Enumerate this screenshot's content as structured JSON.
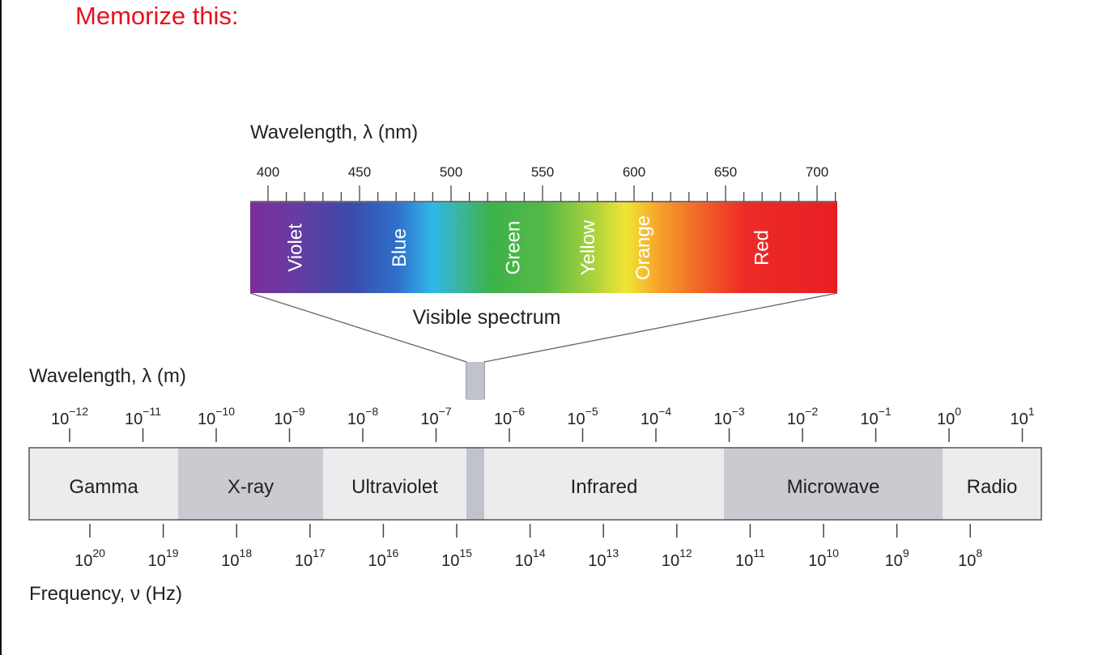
{
  "heading": "Memorize this:",
  "colors": {
    "heading": "#e8101e",
    "band_light": "#ececee",
    "band_dark": "#c9cbd1",
    "visible_slice": "#c0c3cb",
    "outline": "#555555"
  },
  "visible": {
    "axis_label": "Wavelength, λ (nm)",
    "caption": "Visible spectrum",
    "ticks": [
      "400",
      "450",
      "500",
      "550",
      "600",
      "650",
      "700"
    ],
    "colors": [
      {
        "name": "Violet",
        "nm": 415
      },
      {
        "name": "Blue",
        "nm": 472
      },
      {
        "name": "Green",
        "nm": 534
      },
      {
        "name": "Yellow",
        "nm": 575
      },
      {
        "name": "Orange",
        "nm": 605
      },
      {
        "name": "Red",
        "nm": 670
      }
    ]
  },
  "wavelength_axis": {
    "label": "Wavelength, λ (m)",
    "ticks": [
      {
        "base": "10",
        "exp": "−12"
      },
      {
        "base": "10",
        "exp": "−11"
      },
      {
        "base": "10",
        "exp": "−10"
      },
      {
        "base": "10",
        "exp": "−9"
      },
      {
        "base": "10",
        "exp": "−8"
      },
      {
        "base": "10",
        "exp": "−7"
      },
      {
        "base": "10",
        "exp": "−6"
      },
      {
        "base": "10",
        "exp": "−5"
      },
      {
        "base": "10",
        "exp": "−4"
      },
      {
        "base": "10",
        "exp": "−3"
      },
      {
        "base": "10",
        "exp": "−2"
      },
      {
        "base": "10",
        "exp": "−1"
      },
      {
        "base": "10",
        "exp": "0"
      },
      {
        "base": "10",
        "exp": "1"
      }
    ]
  },
  "bands": [
    {
      "name": "Gamma",
      "shade": "light"
    },
    {
      "name": "X-ray",
      "shade": "dark"
    },
    {
      "name": "Ultraviolet",
      "shade": "light"
    },
    {
      "name": "Infrared",
      "shade": "light"
    },
    {
      "name": "Microwave",
      "shade": "dark"
    },
    {
      "name": "Radio",
      "shade": "light"
    }
  ],
  "frequency_axis": {
    "label": "Frequency, ν (Hz)",
    "ticks": [
      {
        "base": "10",
        "exp": "20"
      },
      {
        "base": "10",
        "exp": "19"
      },
      {
        "base": "10",
        "exp": "18"
      },
      {
        "base": "10",
        "exp": "17"
      },
      {
        "base": "10",
        "exp": "16"
      },
      {
        "base": "10",
        "exp": "15"
      },
      {
        "base": "10",
        "exp": "14"
      },
      {
        "base": "10",
        "exp": "13"
      },
      {
        "base": "10",
        "exp": "12"
      },
      {
        "base": "10",
        "exp": "11"
      },
      {
        "base": "10",
        "exp": "10"
      },
      {
        "base": "10",
        "exp": "9"
      },
      {
        "base": "10",
        "exp": "8"
      }
    ]
  }
}
